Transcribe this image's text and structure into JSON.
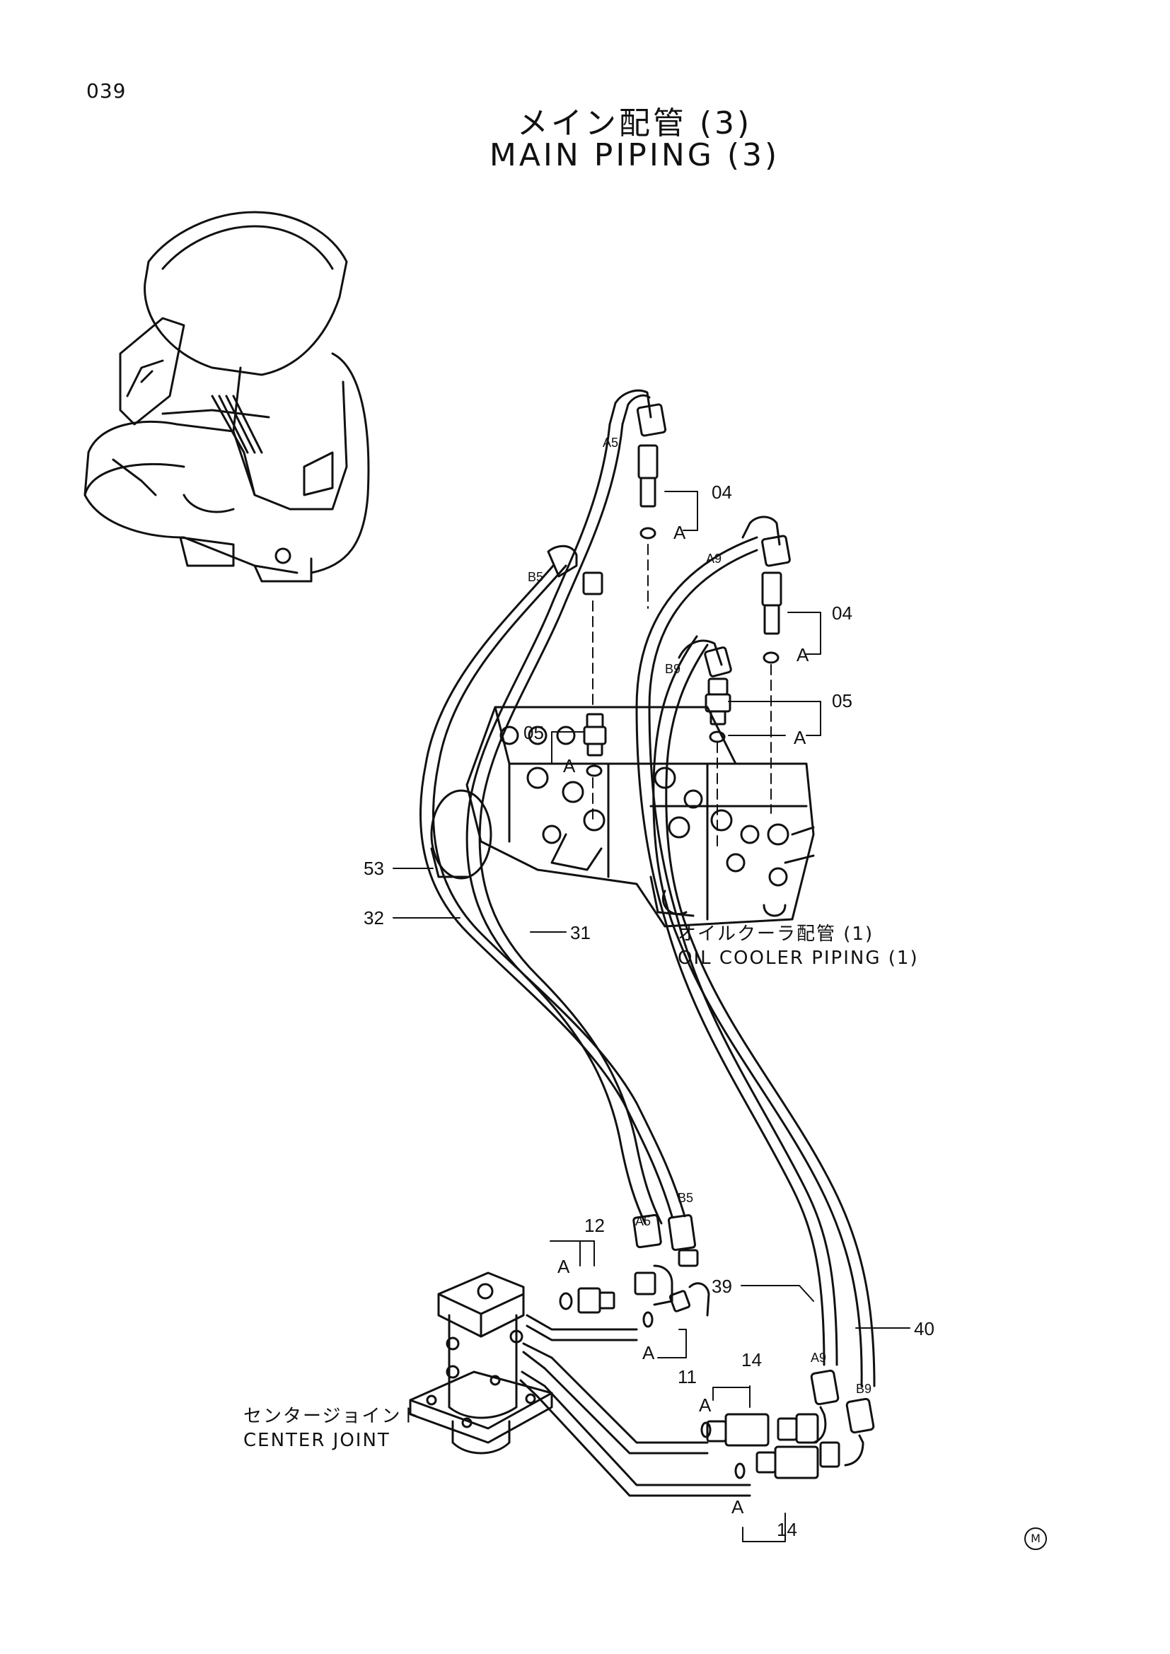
{
  "page": {
    "number": "039",
    "title_jp": "メイン配管 (3)",
    "title_en": "MAIN PIPING (3)"
  },
  "callouts": {
    "c04a": "04",
    "c04b": "04",
    "c05a": "05",
    "c05b": "05",
    "c53": "53",
    "c32": "32",
    "c31": "31",
    "c12": "12",
    "c11": "11",
    "c39": "39",
    "c40": "40",
    "c14a": "14",
    "c14b": "14",
    "A1": "A",
    "A2": "A",
    "A3": "A",
    "A4": "A",
    "A5": "A",
    "A6": "A",
    "A7": "A",
    "A8": "A"
  },
  "hose_tags": {
    "a5_top": "A5",
    "b5_top": "B5",
    "a9_top": "A9",
    "b9_top": "B9",
    "a5_bot": "A5",
    "b5_bot": "B5",
    "a9_bot": "A9",
    "b9_bot": "B9"
  },
  "notes": {
    "oil_cooler_jp": "オイルクーラ配管 (1)",
    "oil_cooler_en": "OIL COOLER PIPING (1)",
    "center_joint_jp": "センタージョイント",
    "center_joint_en": "CENTER JOINT"
  },
  "mark": "M"
}
